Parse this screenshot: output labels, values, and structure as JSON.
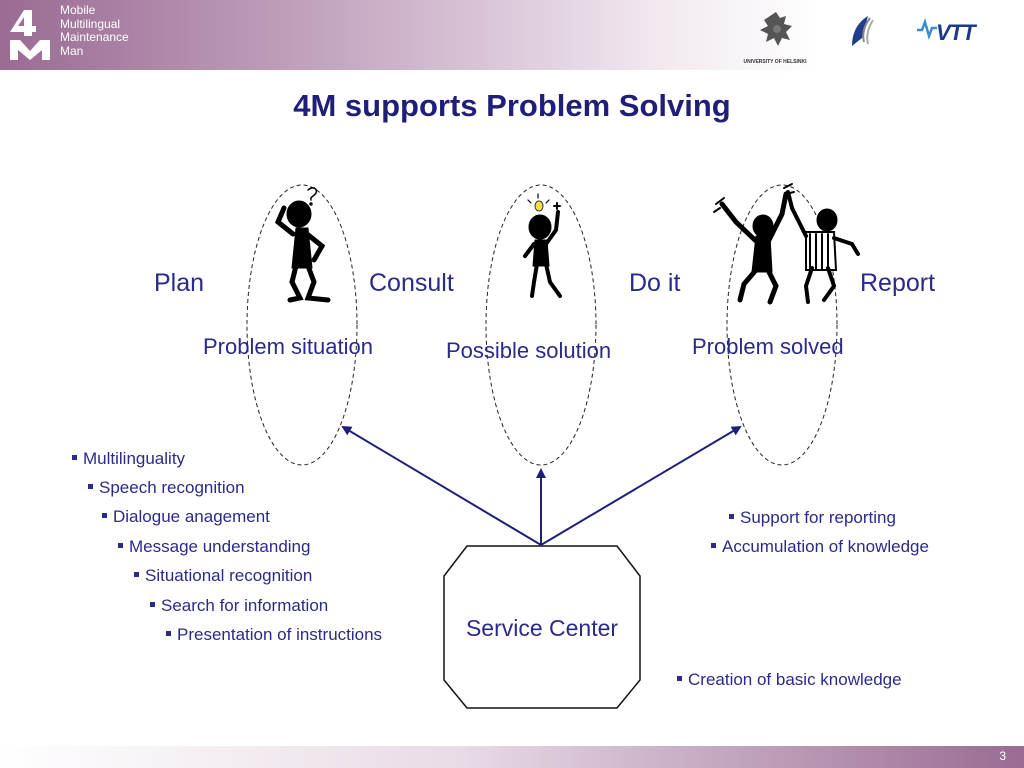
{
  "header": {
    "logo_lines": [
      "Mobile",
      "Multilingual",
      "Maintenance",
      "Man"
    ],
    "partners": [
      {
        "name": "University of Helsinki",
        "caption": "UNIVERSITY OF HELSINKI"
      },
      {
        "name": "Partner sail logo",
        "caption": ""
      },
      {
        "name": "VTT",
        "caption": "VTT"
      }
    ]
  },
  "slide": {
    "title": "4M supports Problem Solving",
    "phases": [
      "Plan",
      "Consult",
      "Do it",
      "Report"
    ],
    "states": [
      "Problem situation",
      "Possible solution",
      "Problem solved"
    ],
    "service_center": "Service Center",
    "left_bullets": [
      "Multilinguality",
      "Speech recognition",
      "Dialogue anagement",
      "Message understanding",
      "Situational recognition",
      "Search for information",
      "Presentation of instructions"
    ],
    "right_bullets": [
      "Support for reporting",
      "Accumulation of knowledge"
    ],
    "bottom_bullet": "Creation of basic knowledge"
  },
  "footer": {
    "page_number": "3"
  },
  "colors": {
    "text": "#2a2a8a",
    "title": "#1f1f7a",
    "header_purple": "#9a6b93"
  }
}
